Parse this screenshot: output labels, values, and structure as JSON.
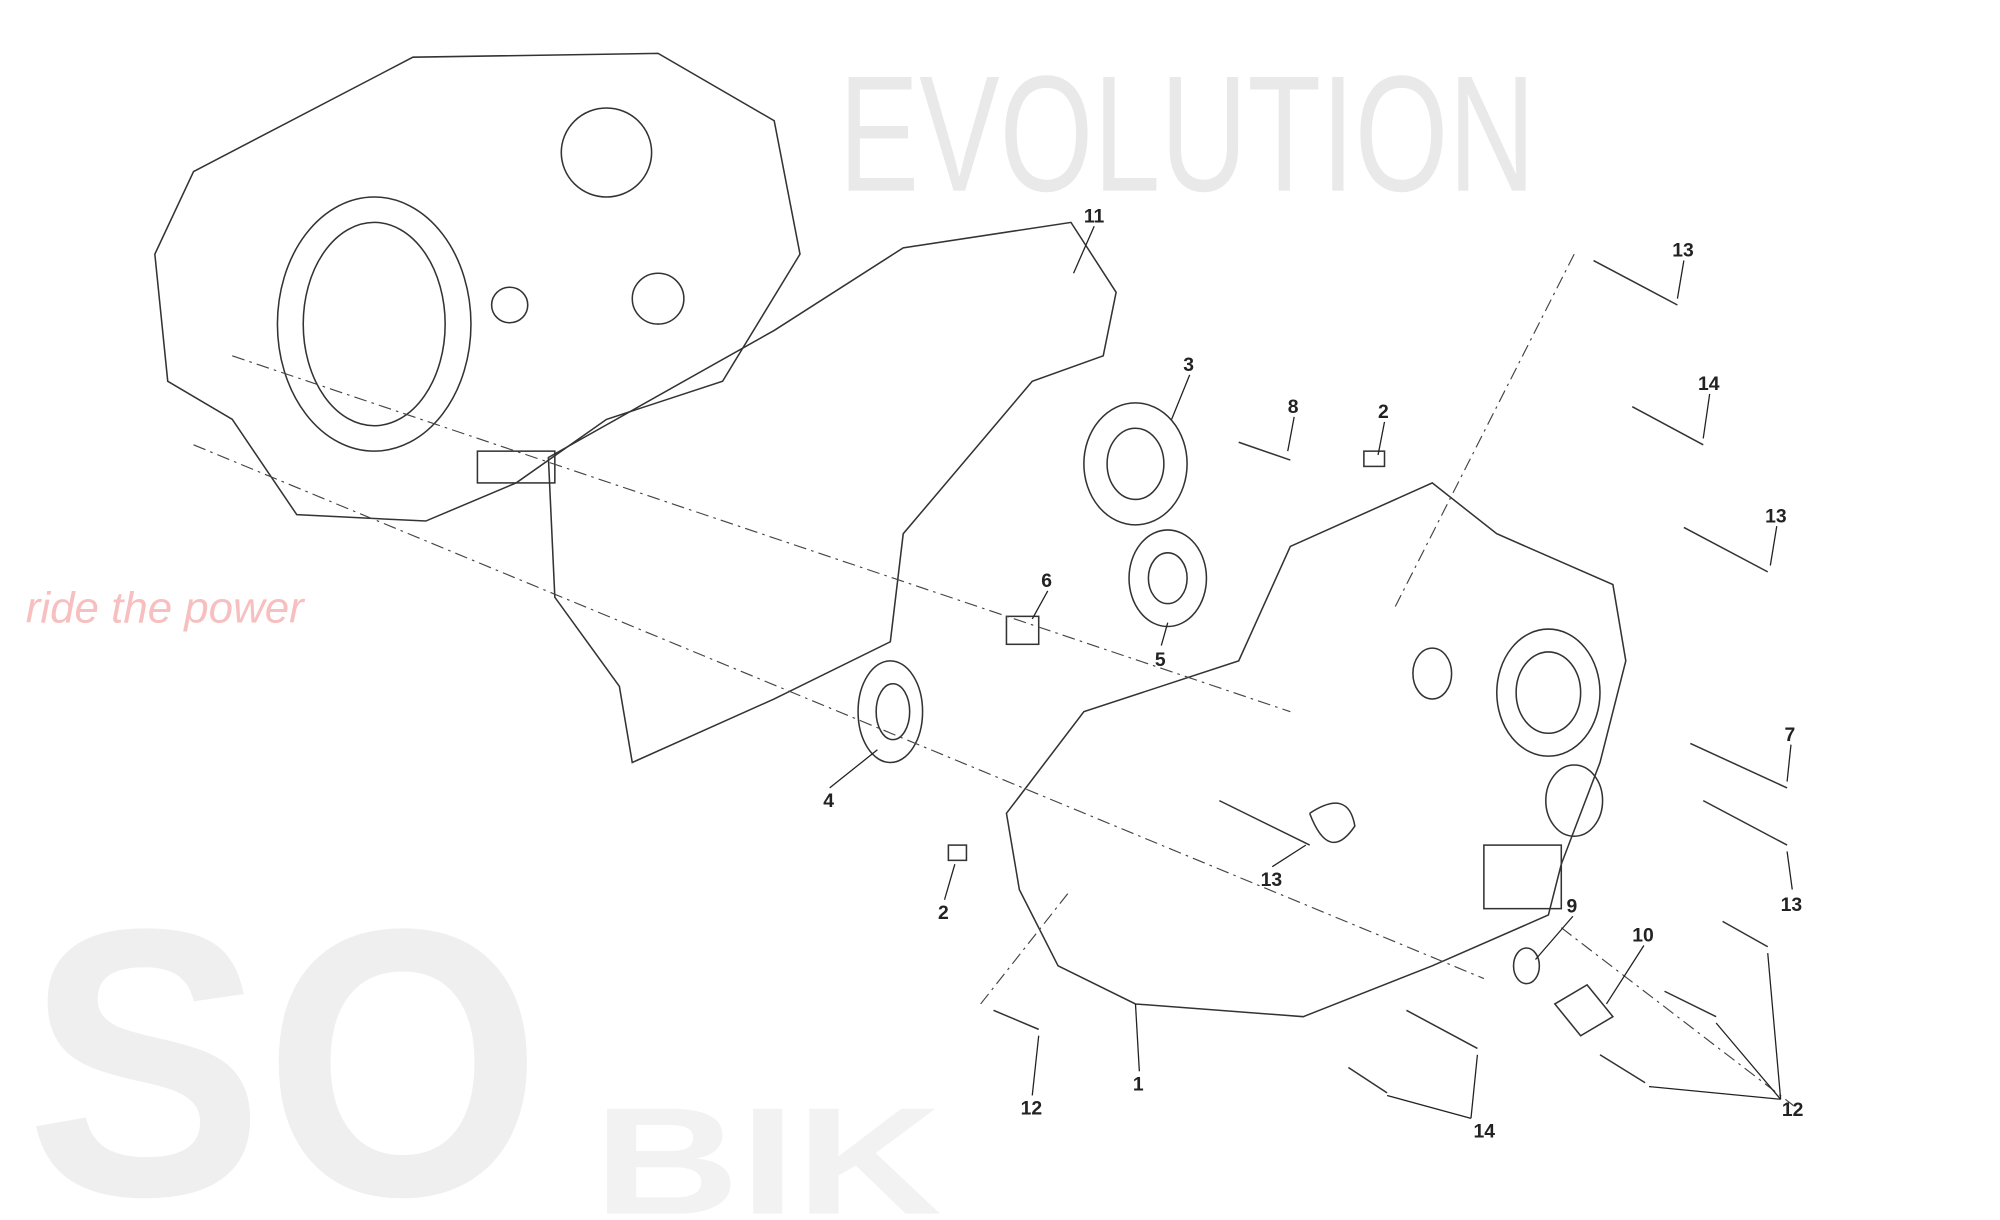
{
  "diagram": {
    "title": "Crankcase (right half) exploded parts diagram",
    "watermark": {
      "brand": "EVOLUTION",
      "tagline": "ride the power",
      "stipple_text": "SO",
      "stipple_text_2": "BIK"
    },
    "callouts": [
      {
        "id": "c11",
        "label": "11",
        "part": "gasket"
      },
      {
        "id": "c3",
        "label": "3",
        "part": "bearing-large"
      },
      {
        "id": "c8",
        "label": "8",
        "part": "stud-short"
      },
      {
        "id": "c2a",
        "label": "2",
        "part": "dowel-pin"
      },
      {
        "id": "c13a",
        "label": "13",
        "part": "bolt"
      },
      {
        "id": "c14a",
        "label": "14",
        "part": "bolt"
      },
      {
        "id": "c13b",
        "label": "13",
        "part": "bolt"
      },
      {
        "id": "c6",
        "label": "6",
        "part": "needle-bearing"
      },
      {
        "id": "c5",
        "label": "5",
        "part": "bearing"
      },
      {
        "id": "c7",
        "label": "7",
        "part": "bolt-long"
      },
      {
        "id": "c4",
        "label": "4",
        "part": "bearing"
      },
      {
        "id": "c13c",
        "label": "13",
        "part": "bolt"
      },
      {
        "id": "c13d",
        "label": "13",
        "part": "bolt"
      },
      {
        "id": "c2b",
        "label": "2",
        "part": "dowel-pin"
      },
      {
        "id": "c9",
        "label": "9",
        "part": "washer"
      },
      {
        "id": "c10",
        "label": "10",
        "part": "drain-plug"
      },
      {
        "id": "c1",
        "label": "1",
        "part": "crankcase-right"
      },
      {
        "id": "c12a",
        "label": "12",
        "part": "bolt"
      },
      {
        "id": "c14b",
        "label": "14",
        "part": "bolts"
      },
      {
        "id": "c12b",
        "label": "12",
        "part": "bolts"
      }
    ]
  }
}
